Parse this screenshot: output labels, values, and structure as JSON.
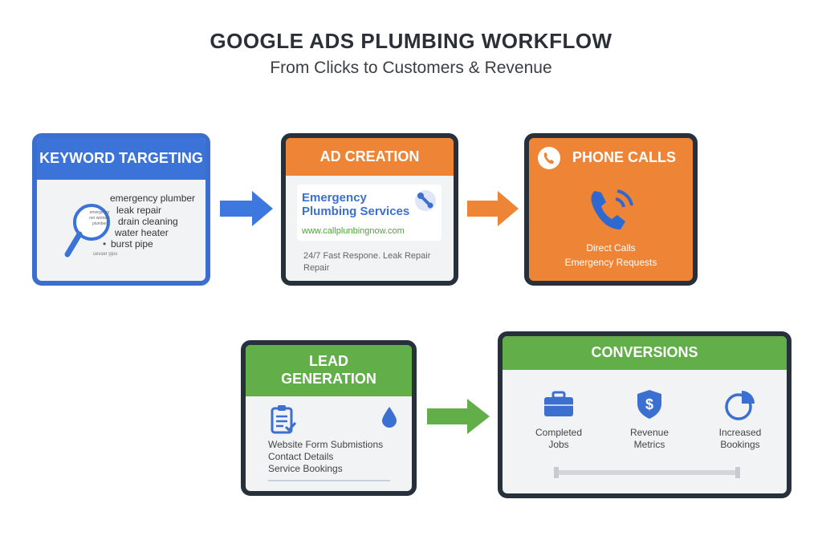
{
  "title": "GOOGLE ADS PLUMBING WORKFLOW",
  "subtitle": "From Clicks to Customers & Revenue",
  "colors": {
    "blue": "#3b73d8",
    "orange": "#ee8536",
    "green": "#62ae48",
    "dark_border": "#27313b"
  },
  "keyword_targeting": {
    "header": "KEYWORD TARGETING",
    "icon": "magnifier-icon",
    "lens_text": [
      "emergency",
      "ner wotnew",
      "plumber"
    ],
    "keywords": [
      "emergency plumber",
      "leak repair",
      "drain cleaning",
      "water heater",
      "burst pipe"
    ],
    "faint_keyword": "cevser pjos"
  },
  "ad_creation": {
    "header": "AD CREATION",
    "ad_title": "Emergency Plumbing Services",
    "ad_url": "www.callplunbingnow.com",
    "icon": "wrench-icon",
    "description": "24/7 Fast Respone. Leak Repair Repair"
  },
  "phone_calls": {
    "header": "PHONE CALLS",
    "icon": "phone-icon",
    "lines": [
      "Direct Calls",
      "Emergency Requests"
    ]
  },
  "lead_generation": {
    "header": "LEAD GENERATION",
    "icons": [
      "clipboard-check-icon",
      "water-drop-icon"
    ],
    "lines": [
      "Website Form Submistions",
      "Contact Details",
      "Service Bookings"
    ]
  },
  "conversions": {
    "header": "CONVERSIONS",
    "items": [
      {
        "icon": "briefcase-icon",
        "label1": "Completed",
        "label2": "Jobs"
      },
      {
        "icon": "dollar-shield-icon",
        "label1": "Revenue",
        "label2": "Metrics"
      },
      {
        "icon": "pie-chart-icon",
        "label1": "Increased",
        "label2": "Bookings"
      }
    ]
  }
}
